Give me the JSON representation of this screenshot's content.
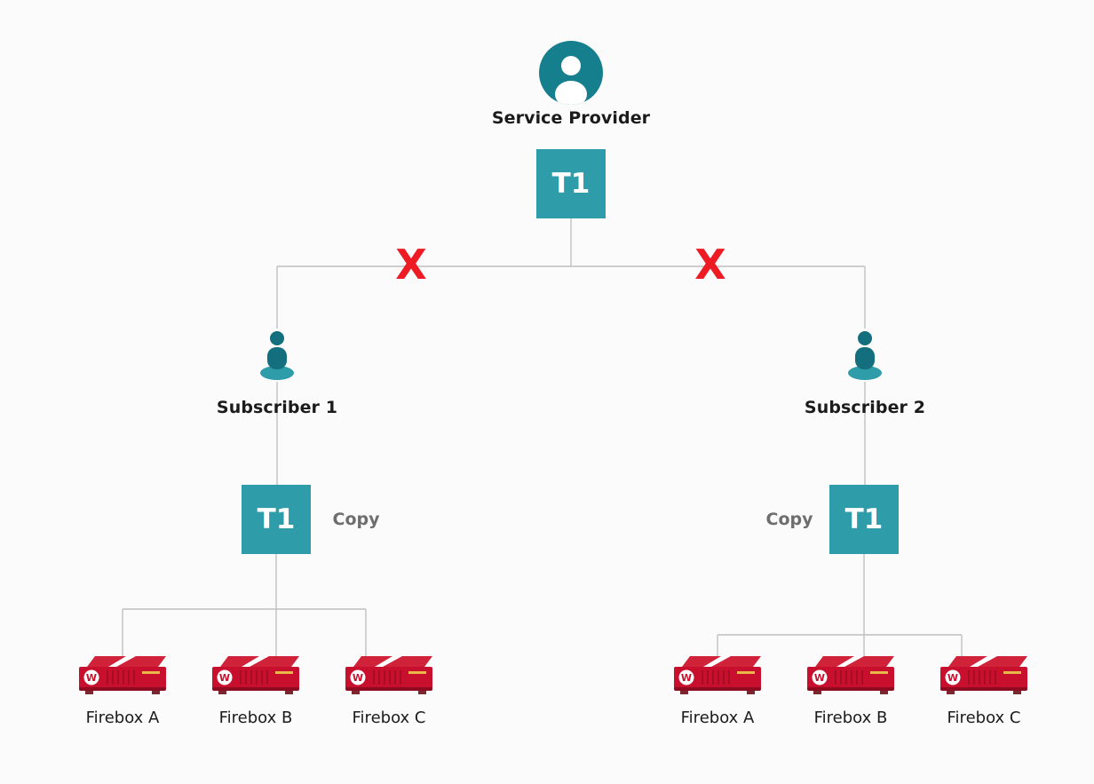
{
  "background": "#fbfbfb",
  "colors": {
    "teal_box": "#2E9CA9",
    "teal_icon": "#136f7d",
    "connector_line": "#c0c0c0",
    "x_mark": "#ED1C24",
    "label_text": "#1b1b1b",
    "copy_text": "#6e6e6e",
    "firebox_red": "#C8102E"
  },
  "provider": {
    "label": "Service Provider"
  },
  "t1_main": {
    "label": "T1"
  },
  "x_marks": {
    "left": "X",
    "right": "X"
  },
  "subscribers": [
    {
      "label": "Subscriber 1"
    },
    {
      "label": "Subscriber 2"
    }
  ],
  "t1_copies": [
    {
      "label": "T1",
      "note": "Copy"
    },
    {
      "label": "T1",
      "note": "Copy"
    }
  ],
  "firebox_groups": [
    {
      "devices": [
        {
          "name": "Firebox A",
          "logo": "W"
        },
        {
          "name": "Firebox B",
          "logo": "W"
        },
        {
          "name": "Firebox C",
          "logo": "W"
        }
      ]
    },
    {
      "devices": [
        {
          "name": "Firebox A",
          "logo": "W"
        },
        {
          "name": "Firebox B",
          "logo": "W"
        },
        {
          "name": "Firebox C",
          "logo": "W"
        }
      ]
    }
  ]
}
